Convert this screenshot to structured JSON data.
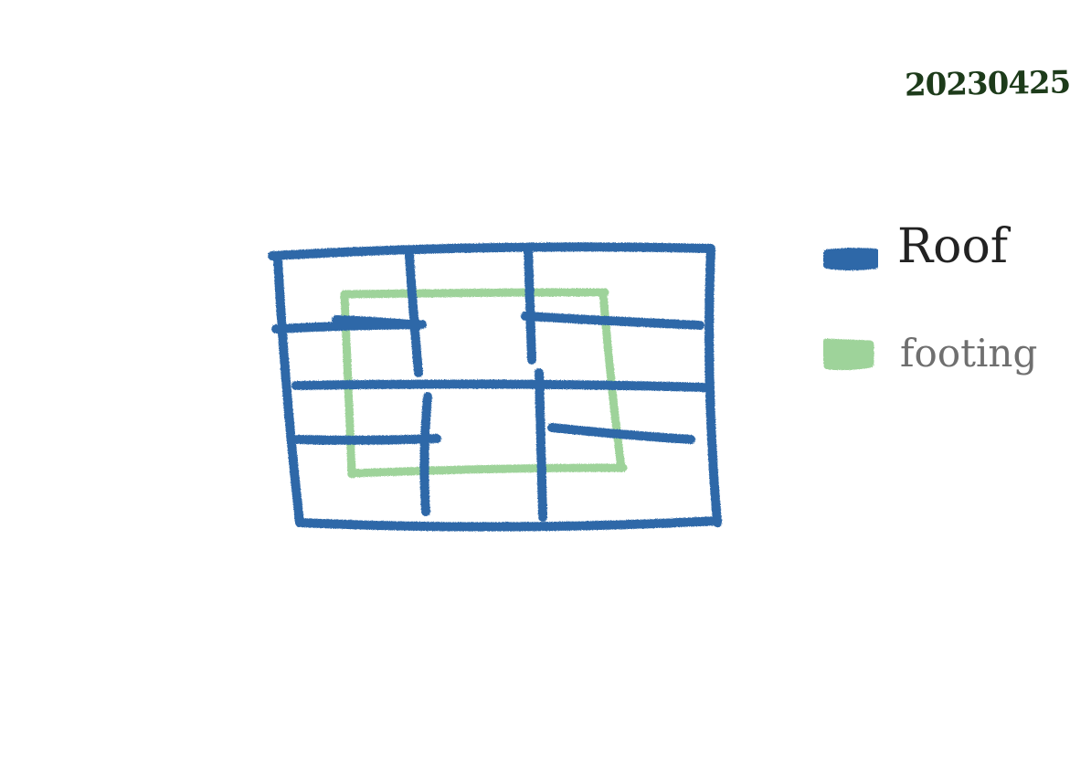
{
  "date": "20230425",
  "legend": {
    "roof": {
      "label": "Roof",
      "color": "#2f68a8"
    },
    "footing": {
      "label": "footing",
      "color": "#9ed39a"
    }
  }
}
